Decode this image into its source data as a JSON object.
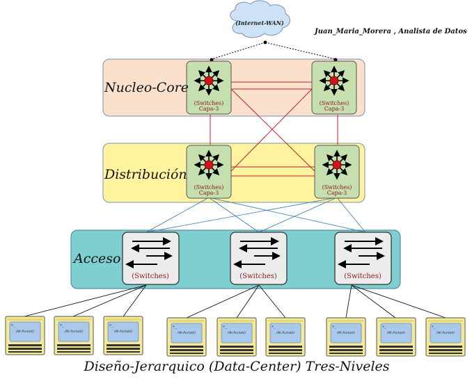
{
  "cloud": {
    "label": "(Internet-WAN)"
  },
  "author": "Juan_Maria_Morera , Analista de Datos",
  "tiers": {
    "core": {
      "label": "Nucleo-Core"
    },
    "distribution": {
      "label": "Distribución"
    },
    "access": {
      "label": "Acceso"
    }
  },
  "l3_switch": {
    "line1": "(Switches)",
    "line2": "Capa-3"
  },
  "access_switch": {
    "label": "(Switches)"
  },
  "pc": {
    "label": "(Mi-Portatil)",
    "prompt": ">_"
  },
  "title": "Diseño-Jerarquico (Data-Center) Tres-Niveles",
  "colors": {
    "core_bg": "#fbe0cc",
    "distribution_bg": "#fff3a0",
    "access_bg": "#7ecfcf",
    "l3_switch_bg": "#c5dfae",
    "link_red": "#c0202a",
    "link_blue": "#2f78b8",
    "pc_bg": "#f5e99a",
    "pc_screen": "#a9c8ec"
  }
}
